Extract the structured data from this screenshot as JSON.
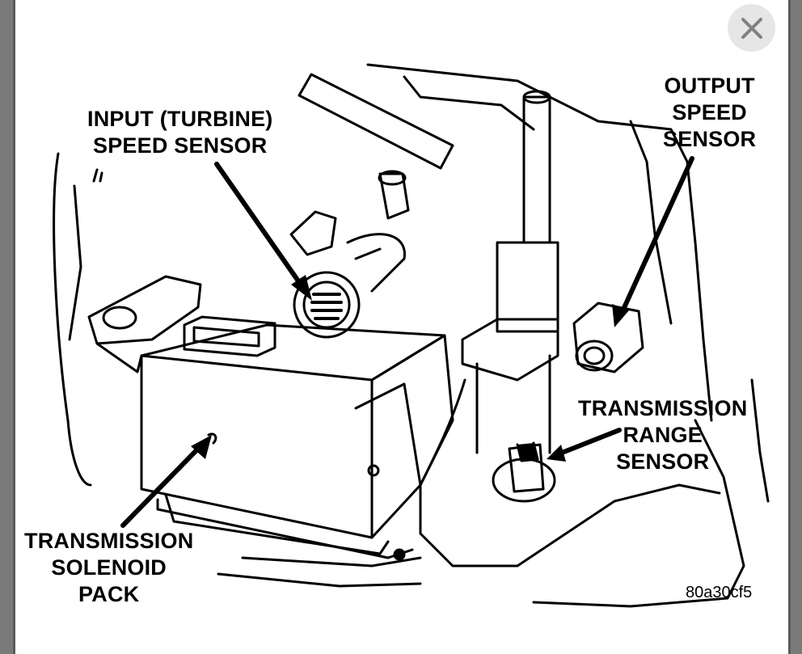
{
  "viewer": {
    "close_icon": "close-icon",
    "close_button_color": "#e6e6e6"
  },
  "labels": {
    "input_sensor": [
      "INPUT (TURBINE)",
      "SPEED SENSOR"
    ],
    "output_sensor": [
      "OUTPUT",
      "SPEED",
      "SENSOR"
    ],
    "range_sensor": [
      "TRANSMISSION",
      "RANGE",
      "SENSOR"
    ],
    "solenoid_pack": [
      "TRANSMISSION",
      "SOLENOID",
      "PACK"
    ]
  },
  "figure_code": "80a30cf5"
}
